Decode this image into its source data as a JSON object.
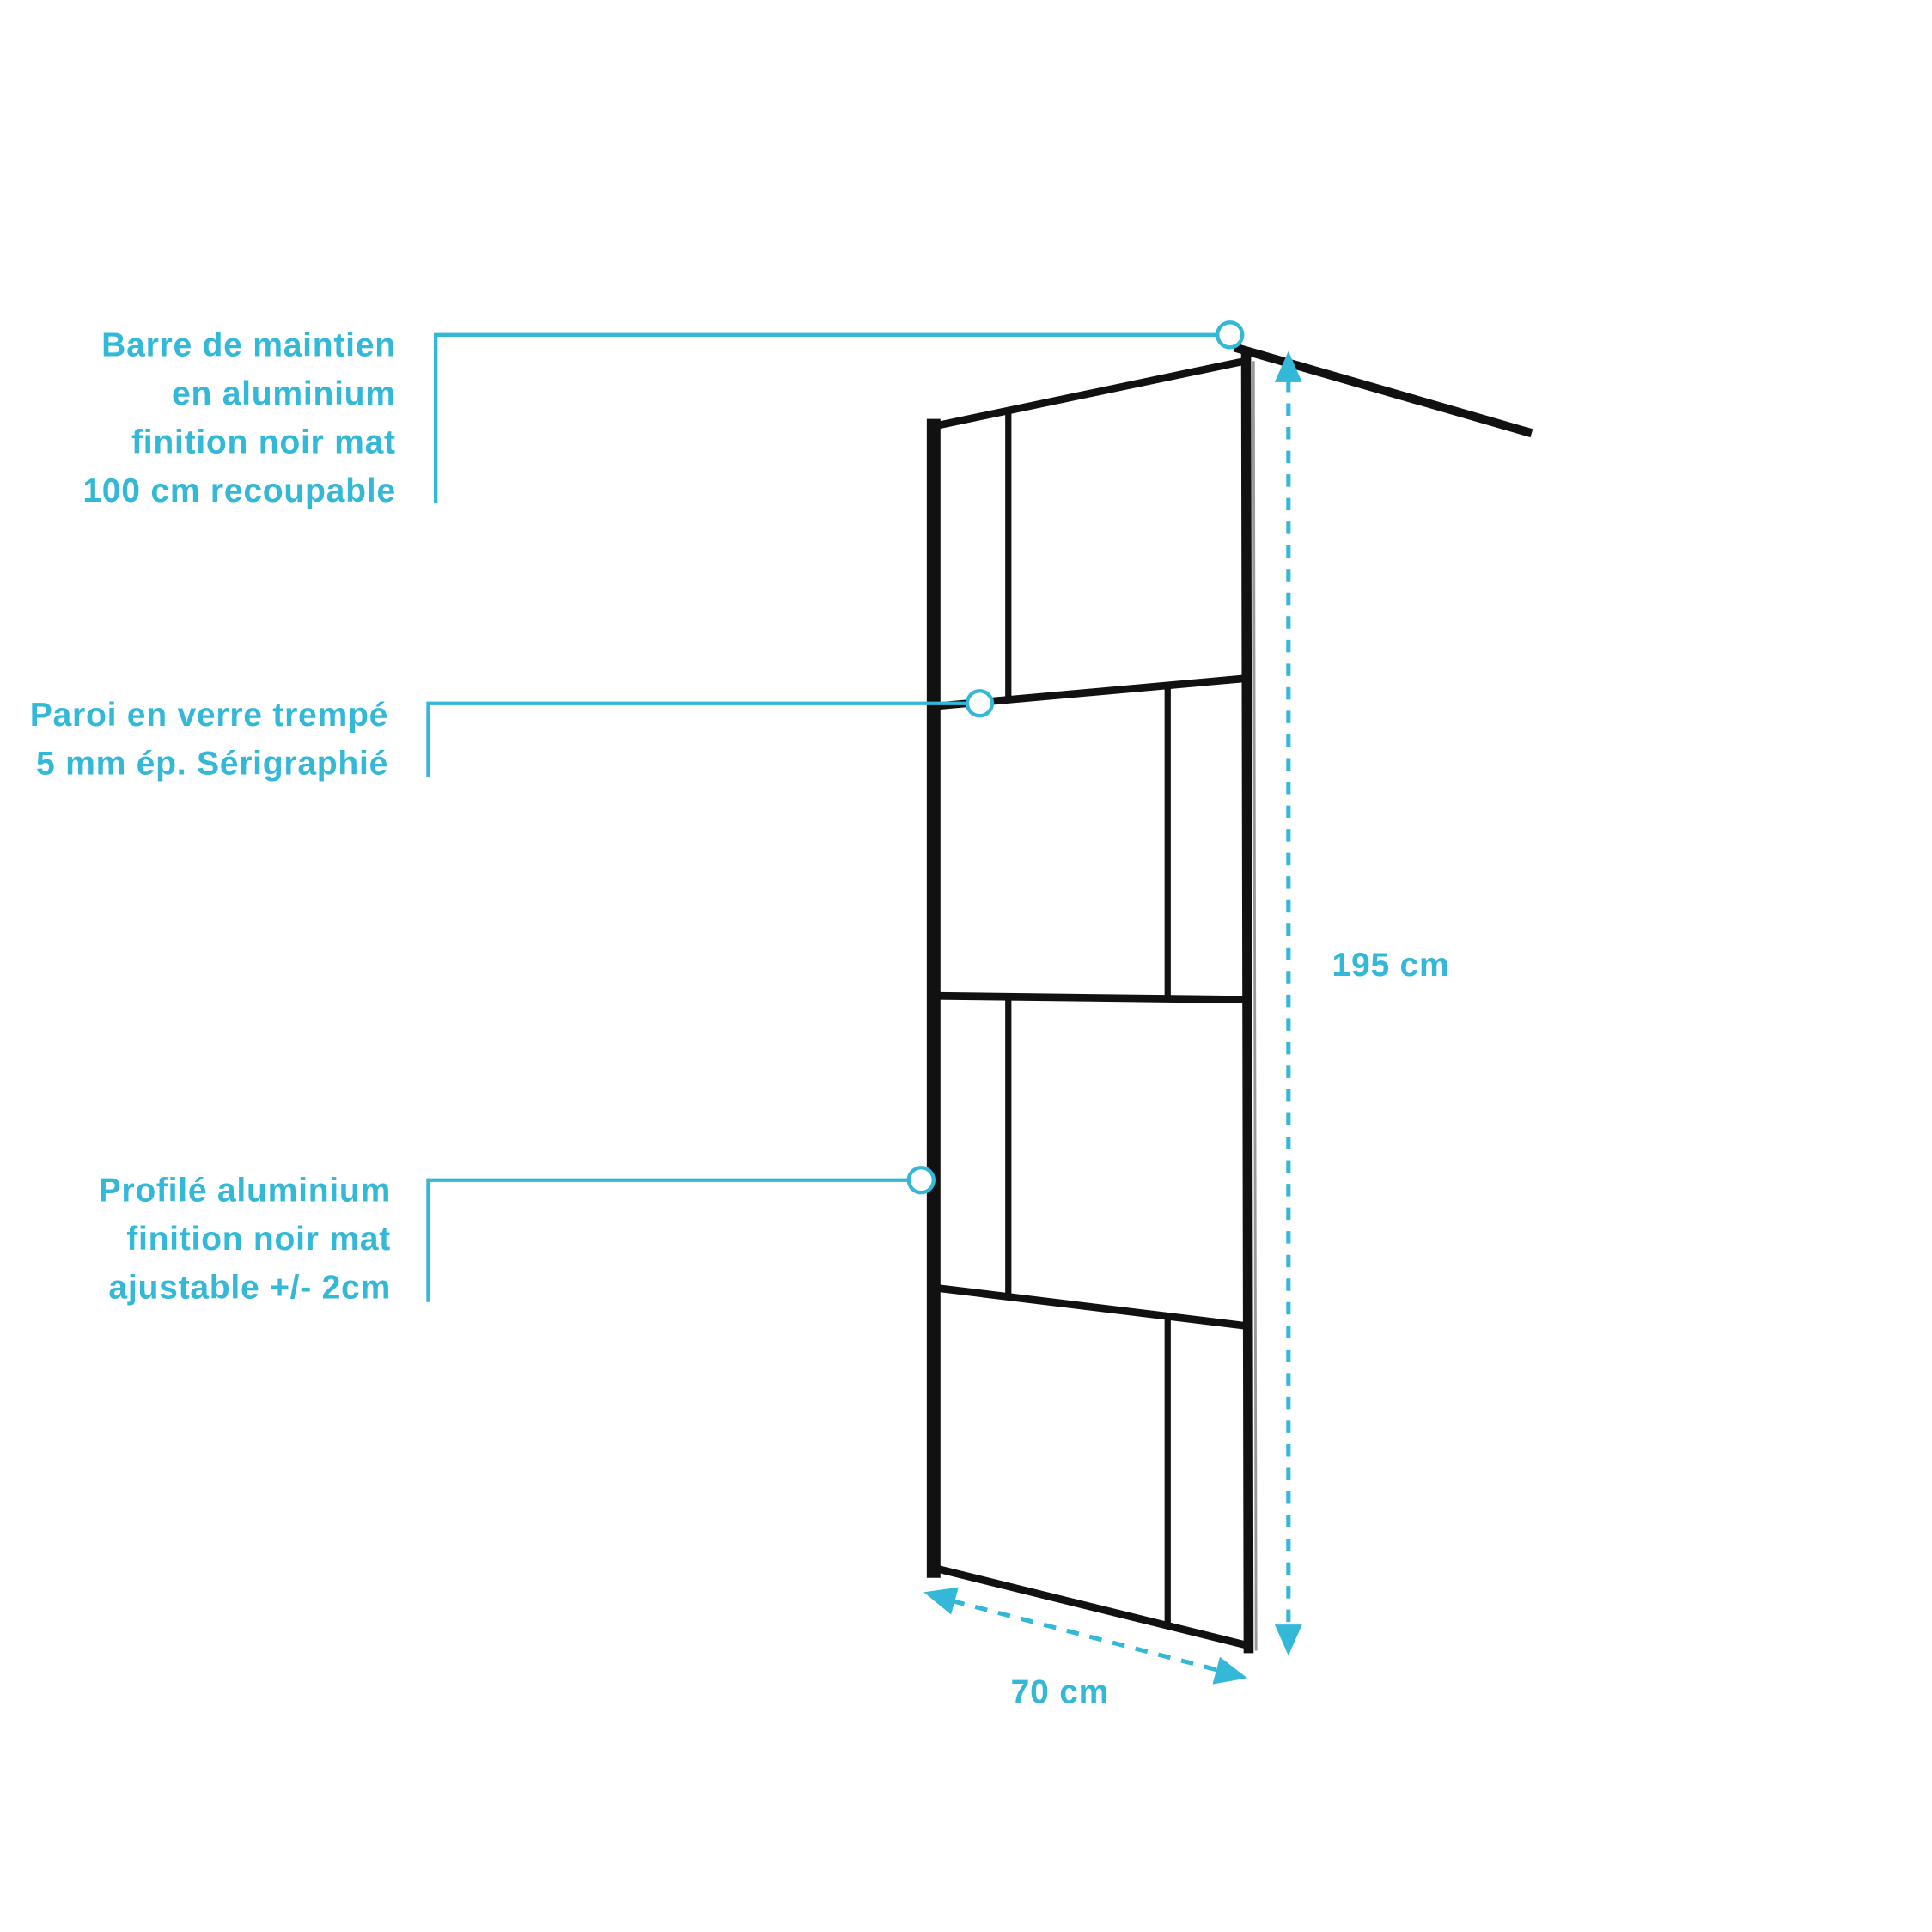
{
  "callouts": [
    {
      "lines": [
        "Barre de maintien",
        "en aluminium",
        "finition noir mat",
        "100 cm recoupable"
      ]
    },
    {
      "lines": [
        "Paroi en verre trempé",
        "5 mm ép. Sérigraphié"
      ]
    },
    {
      "lines": [
        "Profilé aluminium",
        "finition noir mat",
        "ajustable +/- 2cm"
      ]
    }
  ],
  "dimensions": {
    "height": "195 cm",
    "width": "70 cm"
  },
  "colors": {
    "accent": "#33b8d8",
    "frame": "#111111"
  }
}
